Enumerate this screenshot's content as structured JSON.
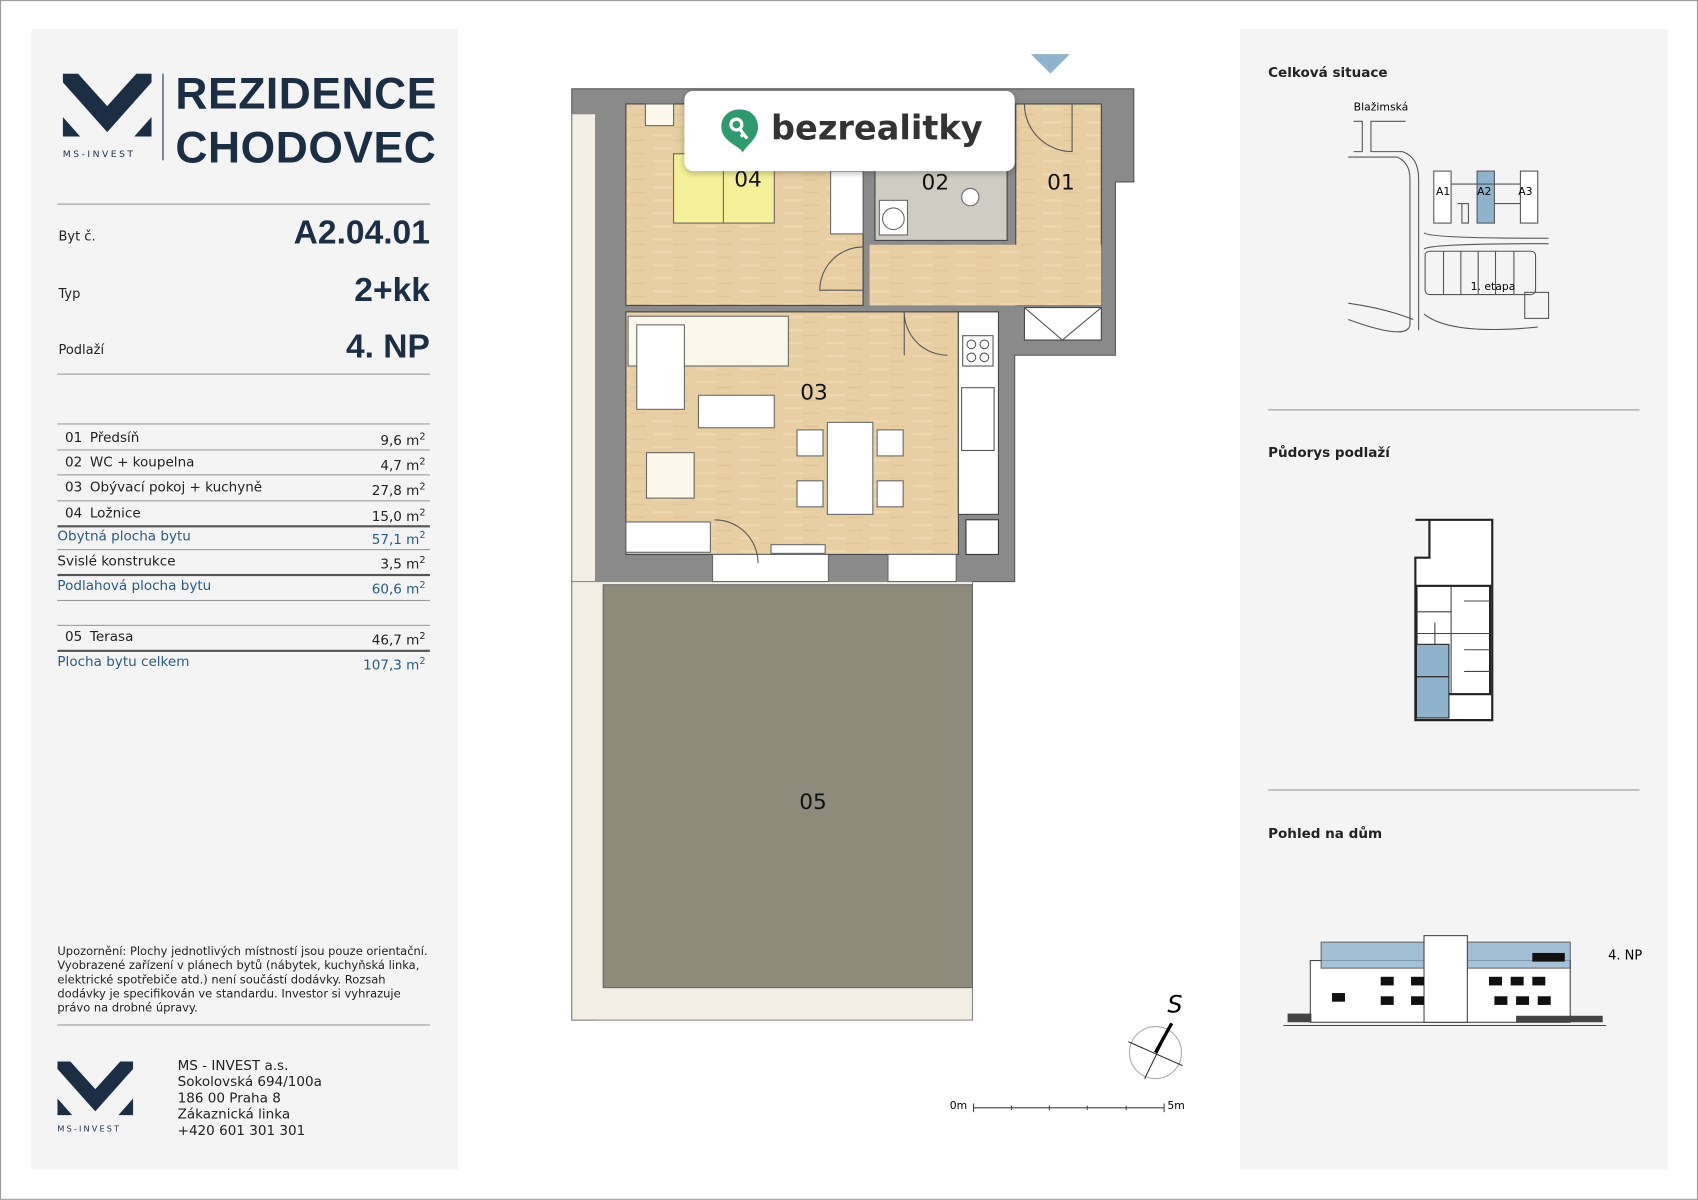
{
  "header": {
    "title_line1": "REZIDENCE",
    "title_line2": "CHODOVEC",
    "logo_text": "MS-INVEST"
  },
  "apartment": {
    "number_label": "Byt č.",
    "number": "A2.04.01",
    "type_label": "Typ",
    "type": "2+kk",
    "floor_label": "Podlaží",
    "floor": "4. NP"
  },
  "rooms": [
    {
      "num": "01",
      "name": "Předsíň",
      "area": "9,6 m",
      "unit_sup": "2"
    },
    {
      "num": "02",
      "name": "WC + koupelna",
      "area": "4,7 m",
      "unit_sup": "2"
    },
    {
      "num": "03",
      "name": "Obývací pokoj + kuchyně",
      "area": "27,8 m",
      "unit_sup": "2"
    },
    {
      "num": "04",
      "name": "Ložnice",
      "area": "15,0 m",
      "unit_sup": "2"
    }
  ],
  "totals": {
    "living": {
      "name": "Obytná plocha bytu",
      "area": "57,1 m"
    },
    "structures": {
      "name": "Svislé konstrukce",
      "area": "3,5 m"
    },
    "floor_area": {
      "name": "Podlahová plocha bytu",
      "area": "60,6 m"
    },
    "terrace": {
      "num": "05",
      "name": "Terasa",
      "area": "46,7 m"
    },
    "total": {
      "name": "Plocha bytu celkem",
      "area": "107,3 m"
    },
    "sup": "2"
  },
  "disclaimer": "Upozornění: Plochy jednotlivých místností jsou pouze orientační. Vyobrazené zařízení v plánech bytů (nábytek, kuchyňská linka, elektrické spotřebiče atd.) není součástí dodávky. Rozsah dodávky je specifikován ve standardu. Investor si vyhrazuje právo na drobné úpravy.",
  "company": {
    "logo_text": "MS-INVEST",
    "lines": [
      "MS - INVEST a.s.",
      "Sokolovská 694/100a",
      "186 00 Praha 8",
      "Zákaznická linka",
      "+420 601 301 301"
    ]
  },
  "plan": {
    "room_labels": [
      "01",
      "02",
      "03",
      "04",
      "05"
    ],
    "watermark": "bezrealitky",
    "compass_label": "S",
    "scale_start": "0m",
    "scale_end": "5m"
  },
  "right": {
    "site_title": "Celková situace",
    "street": "Blažimská",
    "buildings": [
      "A1",
      "A2",
      "A3"
    ],
    "stage": "1. etapa",
    "floorplan_title": "Půdorys podlaží",
    "view_title": "Pohled na dům",
    "view_floor": "4. NP"
  },
  "colors": {
    "navy": "#1b2e44",
    "highlight": "#8fb3cc",
    "wood": "#e8cfa3",
    "wall": "#8a8a8a",
    "terrace": "#8e8b7d",
    "brand_green": "#2e9a6e"
  }
}
